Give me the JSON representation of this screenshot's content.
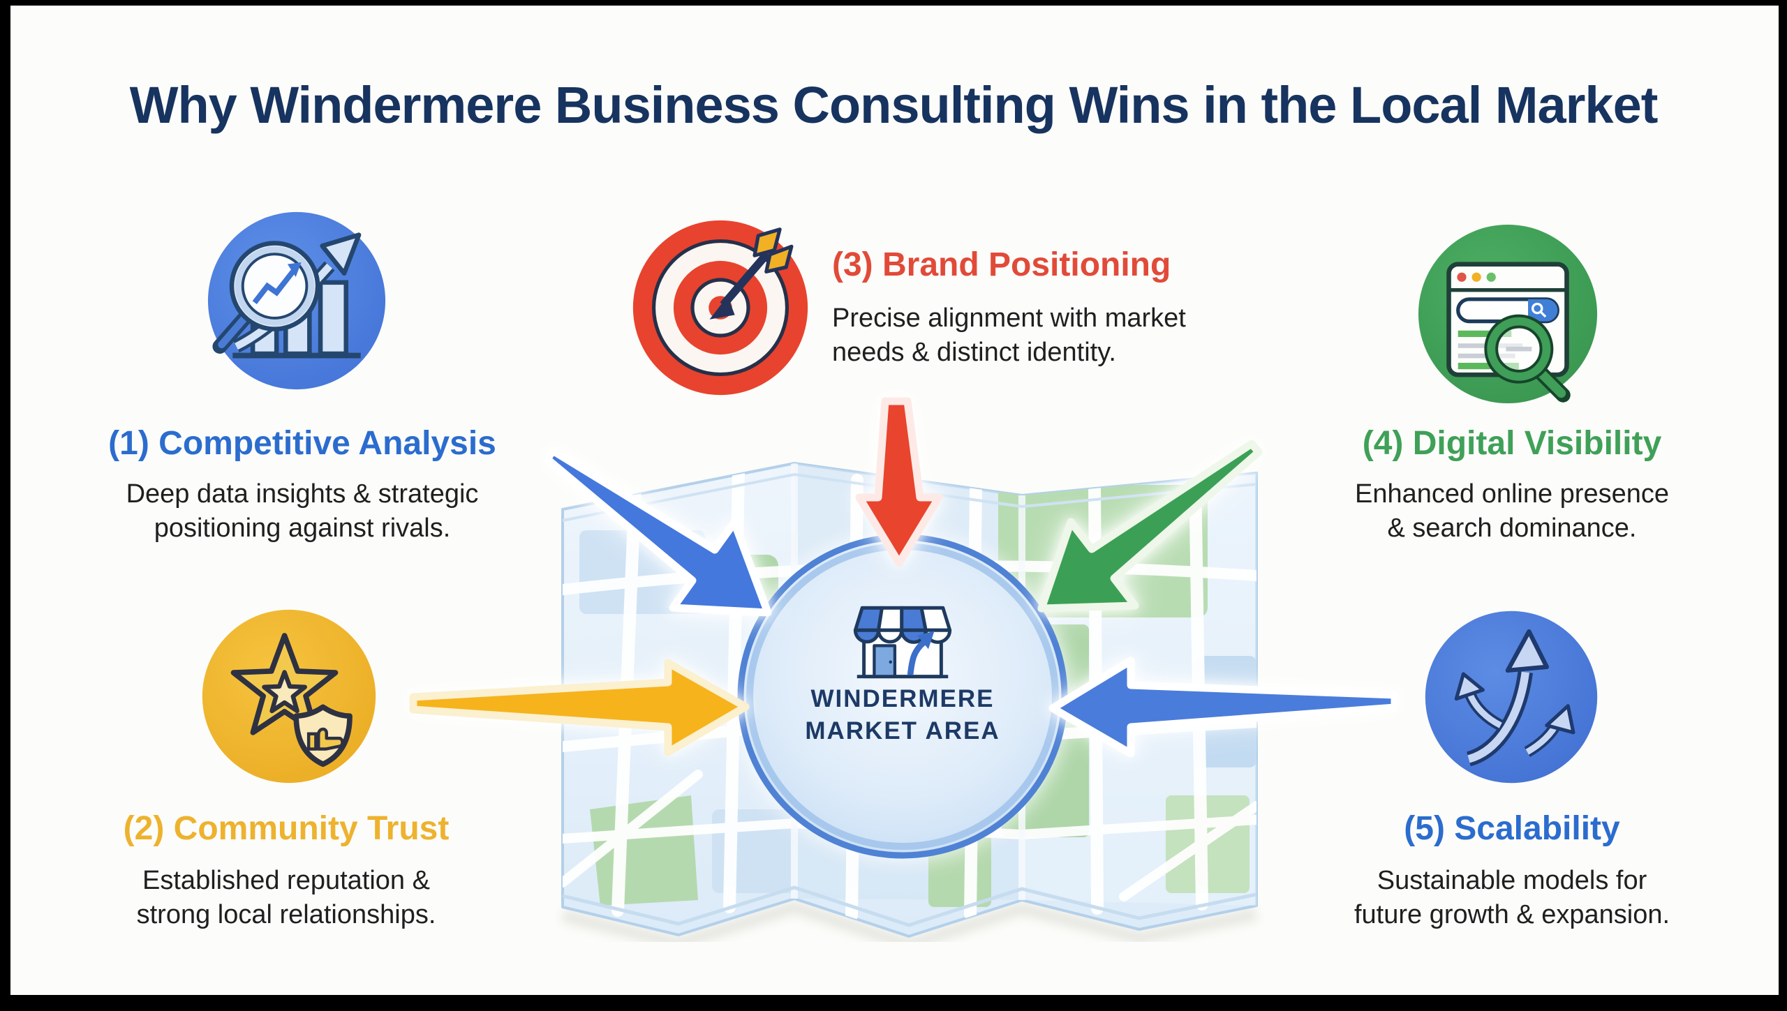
{
  "title": "Why Windermere Business Consulting Wins in the Local Market",
  "title_color": "#17335f",
  "background_color": "#fcfcfa",
  "center": {
    "icon": "storefront-icon",
    "label_line1": "WINDERMERE",
    "label_line2": "MARKET AREA",
    "ring_color": "#4f82d4"
  },
  "sections": [
    {
      "id": "competitive-analysis",
      "heading": "(1) Competitive Analysis",
      "body_lines": [
        "Deep data insights & strategic",
        "positioning against rivals."
      ],
      "color": "#2b6cce",
      "icon": "magnifier-chart-icon"
    },
    {
      "id": "community-trust",
      "heading": "(2) Community Trust",
      "body_lines": [
        "Established reputation &",
        "strong local relationships."
      ],
      "color": "#edb22e",
      "icon": "star-shield-icon"
    },
    {
      "id": "brand-positioning",
      "heading": "(3) Brand Positioning",
      "body_lines": [
        "Precise alignment with market",
        "needs & distinct identity."
      ],
      "color": "#e14a38",
      "icon": "target-dart-icon"
    },
    {
      "id": "digital-visibility",
      "heading": "(4) Digital Visibility",
      "body_lines": [
        "Enhanced online presence",
        "& search dominance."
      ],
      "color": "#3fa058",
      "icon": "browser-search-icon"
    },
    {
      "id": "scalability",
      "heading": "(5) Scalability",
      "body_lines": [
        "Sustainable models for",
        "future growth & expansion."
      ],
      "color": "#2b6cce",
      "icon": "growth-arrows-icon"
    }
  ],
  "arrows": {
    "blue_topleft": {
      "from": "competitive-analysis",
      "color": "#4478dd",
      "outline": "#ffffff"
    },
    "red_top": {
      "from": "brand-positioning",
      "color": "#e8442e",
      "outline": "#fdeae6"
    },
    "green_topright": {
      "from": "digital-visibility",
      "color": "#3ba055",
      "outline": "#eef7ea"
    },
    "yellow_left": {
      "from": "community-trust",
      "color": "#f6b31c",
      "outline": "#fbf0cf"
    },
    "blue_right": {
      "from": "scalability",
      "color": "#4a7cdb",
      "outline": "#ffffff"
    }
  }
}
